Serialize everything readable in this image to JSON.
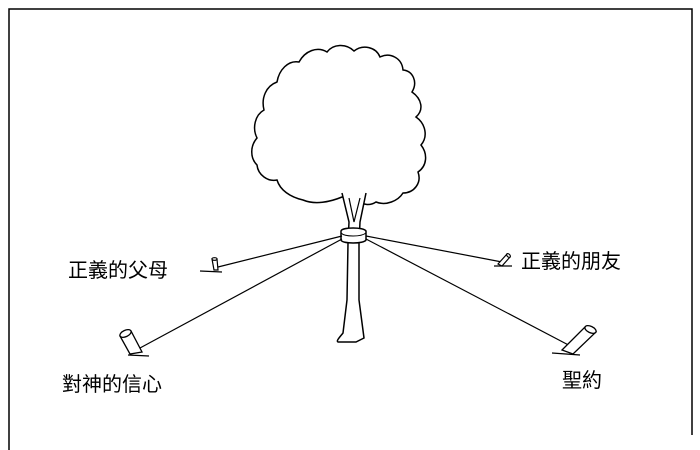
{
  "diagram": {
    "labels": {
      "parents": "正義的父母",
      "friends": "正義的朋友",
      "faith": "對神的信心",
      "covenant": "聖約"
    }
  }
}
